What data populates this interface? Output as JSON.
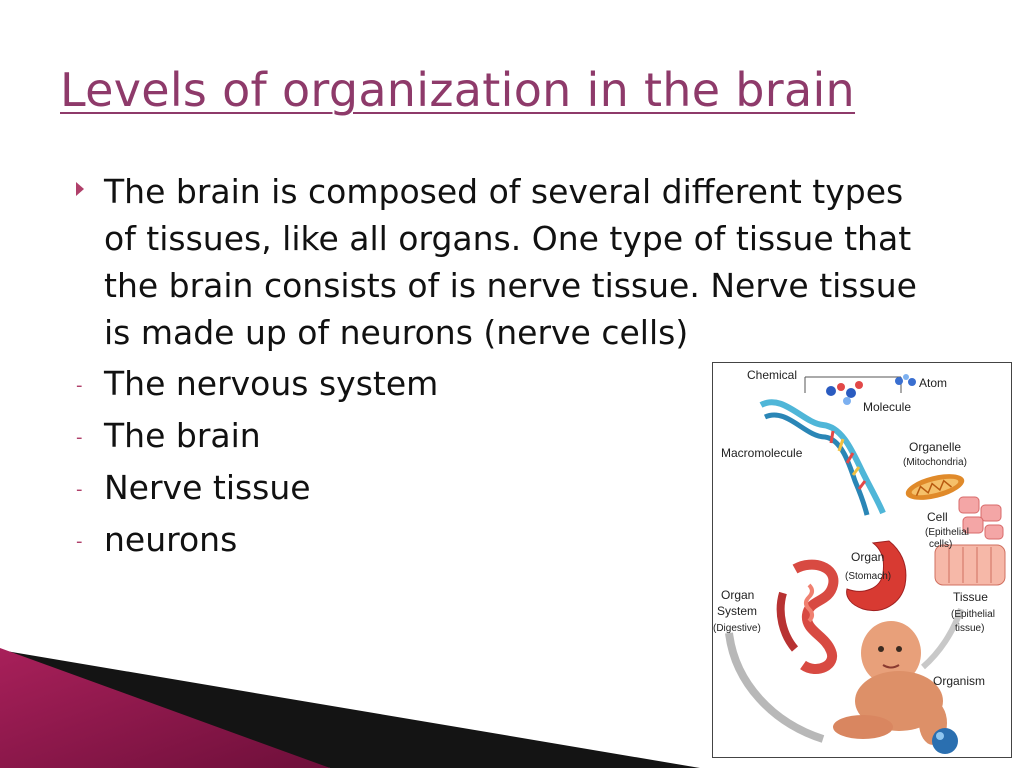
{
  "slide": {
    "title": "Levels of organization in the brain",
    "paragraph": "The brain is composed of several different types of tissues, like all organs. One type of tissue that the brain consists of is nerve tissue. Nerve tissue is made up of neurons (nerve cells)",
    "sub_items": [
      {
        "text": "The nervous system"
      },
      {
        "text": "The brain"
      },
      {
        "text": "Nerve tissue"
      },
      {
        "text": "neurons"
      }
    ],
    "bullet_marker": "-",
    "accent_color": "#8e3a6a"
  },
  "figure": {
    "labels": {
      "chemical": "Chemical",
      "atom": "Atom",
      "molecule": "Molecule",
      "macromolecule": "Macromolecule",
      "organelle": "Organelle",
      "organelle_sub": "(Mitochondria)",
      "cell": "Cell",
      "cell_sub1": "(Epithelial",
      "cell_sub2": "cells)",
      "organ": "Organ",
      "organ_sub": "(Stomach)",
      "organ_system1": "Organ",
      "organ_system2": "System",
      "organ_system_sub": "(Digestive)",
      "tissue": "Tissue",
      "tissue_sub1": "(Epithelial",
      "tissue_sub2": "tissue)",
      "organism": "Organism"
    }
  }
}
